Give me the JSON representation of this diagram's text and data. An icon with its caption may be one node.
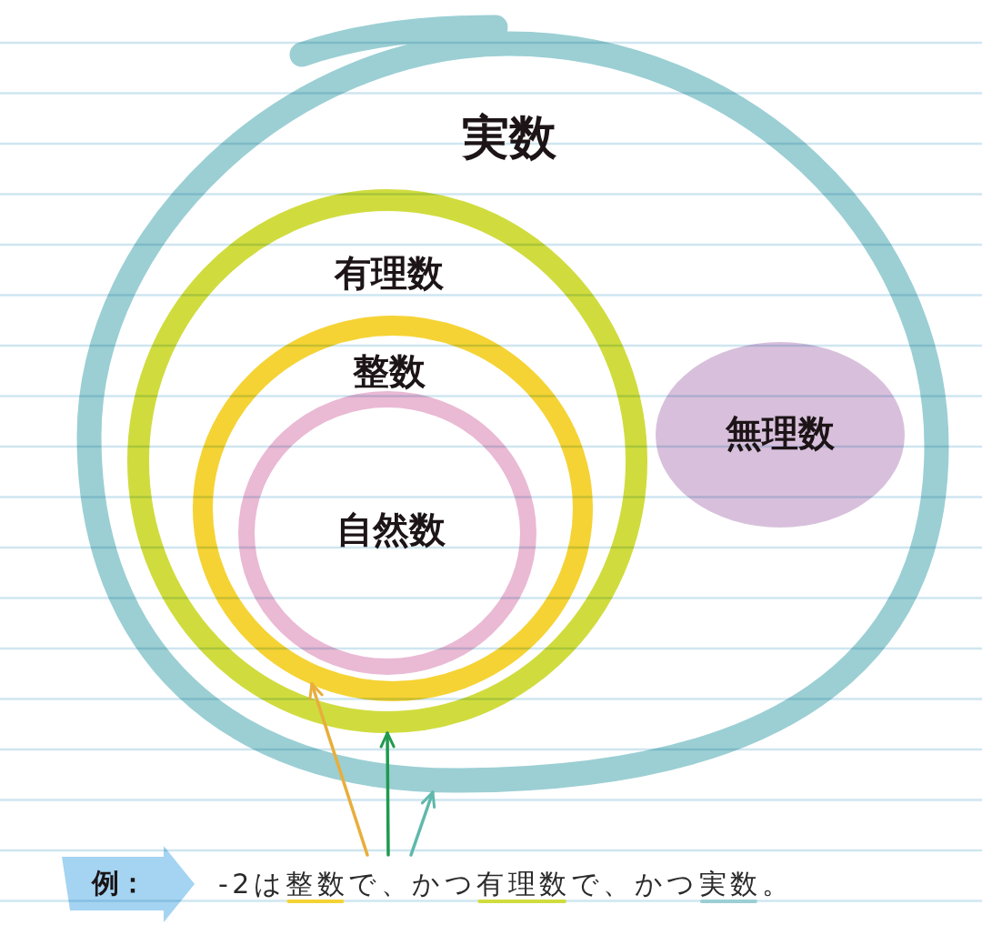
{
  "diagram": {
    "nodes": [
      {
        "text": [
          "実数"
        ]
      },
      {
        "text": [
          "有理数"
        ],
        "in": 0
      },
      {
        "text": [
          "整数"
        ],
        "in": 1
      },
      {
        "text": [
          "自然数"
        ],
        "in": 2
      },
      {
        "text": [
          "無理数"
        ],
        "in": 0
      },
      {
        "text": [
          "例："
        ]
      },
      {
        "text": [
          "-2は整数で、かつ有理数で、かつ実数。"
        ]
      }
    ],
    "edges": [
      {
        "from": 6,
        "to": 2,
        "arrow": "to",
        "color": "#e8ae3c"
      },
      {
        "from": 6,
        "to": 1,
        "arrow": "to",
        "color": "#1f9a4f"
      },
      {
        "from": 6,
        "to": 0,
        "arrow": "to",
        "color": "#5fb8ab"
      }
    ]
  }
}
